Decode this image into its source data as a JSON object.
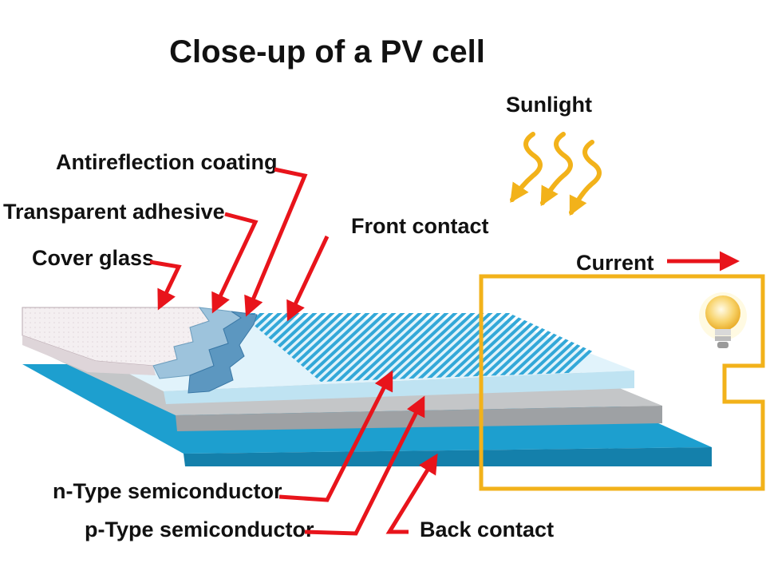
{
  "title": "Close-up of a PV cell",
  "labels": {
    "sunlight": "Sunlight",
    "antireflection": "Antireflection coating",
    "adhesive": "Transparent adhesive",
    "cover_glass": "Cover glass",
    "front_contact": "Front contact",
    "current": "Current",
    "n_type": "n-Type semiconductor",
    "p_type": "p-Type semiconductor",
    "back_contact": "Back contact"
  },
  "colors": {
    "pointer": "#e8141b",
    "wire": "#f2b21a",
    "sun": "#f2b21a",
    "back_contact": "#1d9fcf",
    "p_type": "#c4c6c8",
    "n_type": "#dff2fa",
    "stripes": "#33a8d8",
    "cover_glass": "#f2eef0",
    "adhesive": "#9dc3dc",
    "bulb": "#f8d36a"
  },
  "icons": [
    "sunlight-rays-icon",
    "light-bulb-icon",
    "current-arrow-icon"
  ]
}
